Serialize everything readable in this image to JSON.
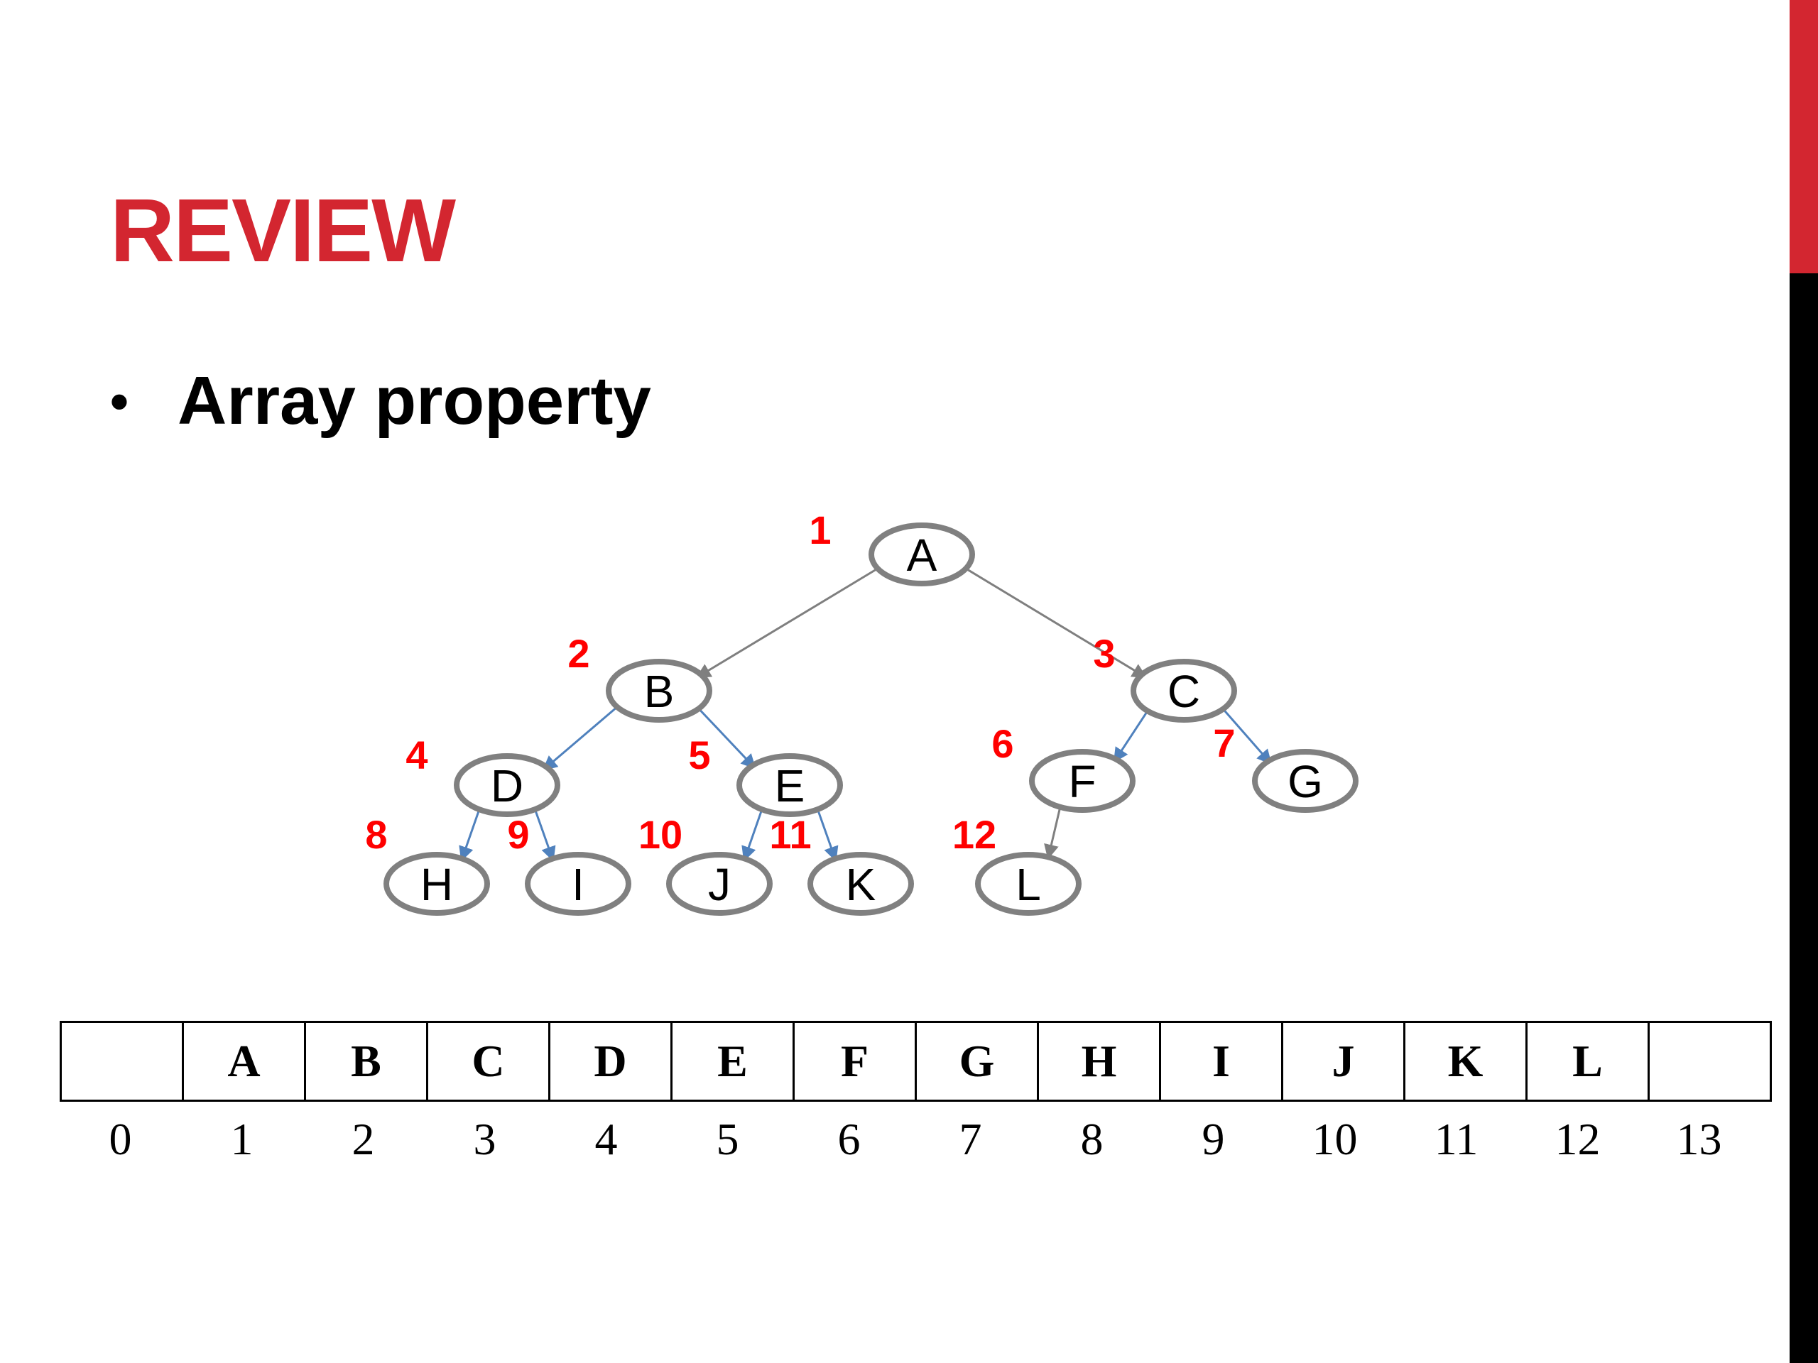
{
  "title": "REVIEW",
  "bullet": "Array property",
  "colors": {
    "title": "#d32630",
    "index": "#ff0000",
    "node_stroke": "#808080",
    "edge_gray": "#7f7f7f",
    "edge_blue": "#4f81bd",
    "side_bar": "#000000",
    "side_bar_accent": "#d32630"
  },
  "tree": {
    "nodes": [
      {
        "id": "A",
        "label": "A",
        "index": "1"
      },
      {
        "id": "B",
        "label": "B",
        "index": "2"
      },
      {
        "id": "C",
        "label": "C",
        "index": "3"
      },
      {
        "id": "D",
        "label": "D",
        "index": "4"
      },
      {
        "id": "E",
        "label": "E",
        "index": "5"
      },
      {
        "id": "F",
        "label": "F",
        "index": "6"
      },
      {
        "id": "G",
        "label": "G",
        "index": "7"
      },
      {
        "id": "H",
        "label": "H",
        "index": "8"
      },
      {
        "id": "I",
        "label": "I",
        "index": "9"
      },
      {
        "id": "J",
        "label": "J",
        "index": "10"
      },
      {
        "id": "K",
        "label": "K",
        "index": "11"
      },
      {
        "id": "L",
        "label": "L",
        "index": "12"
      }
    ],
    "edges": [
      {
        "from": "A",
        "to": "B",
        "color": "gray"
      },
      {
        "from": "A",
        "to": "C",
        "color": "gray"
      },
      {
        "from": "B",
        "to": "D",
        "color": "blue"
      },
      {
        "from": "B",
        "to": "E",
        "color": "blue"
      },
      {
        "from": "C",
        "to": "F",
        "color": "blue"
      },
      {
        "from": "C",
        "to": "G",
        "color": "blue"
      },
      {
        "from": "D",
        "to": "H",
        "color": "blue"
      },
      {
        "from": "D",
        "to": "I",
        "color": "blue"
      },
      {
        "from": "E",
        "to": "J",
        "color": "blue"
      },
      {
        "from": "E",
        "to": "K",
        "color": "blue"
      },
      {
        "from": "F",
        "to": "L",
        "color": "gray"
      }
    ]
  },
  "array": {
    "cells": [
      "",
      "A",
      "B",
      "C",
      "D",
      "E",
      "F",
      "G",
      "H",
      "I",
      "J",
      "K",
      "L",
      ""
    ],
    "indices": [
      "0",
      "1",
      "2",
      "3",
      "4",
      "5",
      "6",
      "7",
      "8",
      "9",
      "10",
      "11",
      "12",
      "13"
    ]
  }
}
